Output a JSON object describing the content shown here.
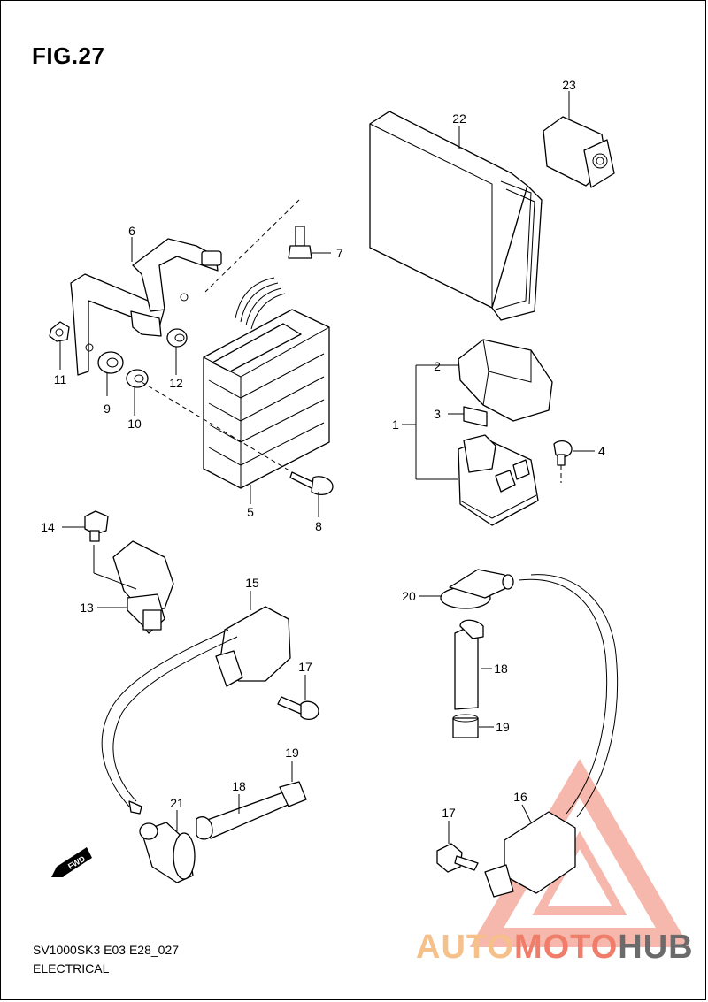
{
  "figure": {
    "title": "FIG.27",
    "model_code": "SV1000SK3 E03 E28_027",
    "category": "ELECTRICAL"
  },
  "callouts": [
    {
      "id": "c1",
      "label": "1"
    },
    {
      "id": "c2",
      "label": "2"
    },
    {
      "id": "c3",
      "label": "3"
    },
    {
      "id": "c4",
      "label": "4"
    },
    {
      "id": "c5",
      "label": "5"
    },
    {
      "id": "c6",
      "label": "6"
    },
    {
      "id": "c7",
      "label": "7"
    },
    {
      "id": "c8",
      "label": "8"
    },
    {
      "id": "c9",
      "label": "9"
    },
    {
      "id": "c10",
      "label": "10"
    },
    {
      "id": "c11",
      "label": "11"
    },
    {
      "id": "c12",
      "label": "12"
    },
    {
      "id": "c13",
      "label": "13"
    },
    {
      "id": "c14",
      "label": "14"
    },
    {
      "id": "c15",
      "label": "15"
    },
    {
      "id": "c16",
      "label": "16"
    },
    {
      "id": "c17a",
      "label": "17"
    },
    {
      "id": "c17b",
      "label": "17"
    },
    {
      "id": "c18a",
      "label": "18"
    },
    {
      "id": "c18b",
      "label": "18"
    },
    {
      "id": "c19a",
      "label": "19"
    },
    {
      "id": "c19b",
      "label": "19"
    },
    {
      "id": "c20",
      "label": "20"
    },
    {
      "id": "c21",
      "label": "21"
    },
    {
      "id": "c22",
      "label": "22"
    },
    {
      "id": "c23",
      "label": "23"
    }
  ],
  "direction_badge": "FWD",
  "watermark": {
    "part1": "AUTO",
    "part2": "MOTO",
    "part3": "HUB",
    "colors": {
      "part1": "#f6c08a",
      "part2": "#ef7d6a",
      "part3": "#6b6b6b",
      "triangle": "#f0a0a0"
    }
  }
}
